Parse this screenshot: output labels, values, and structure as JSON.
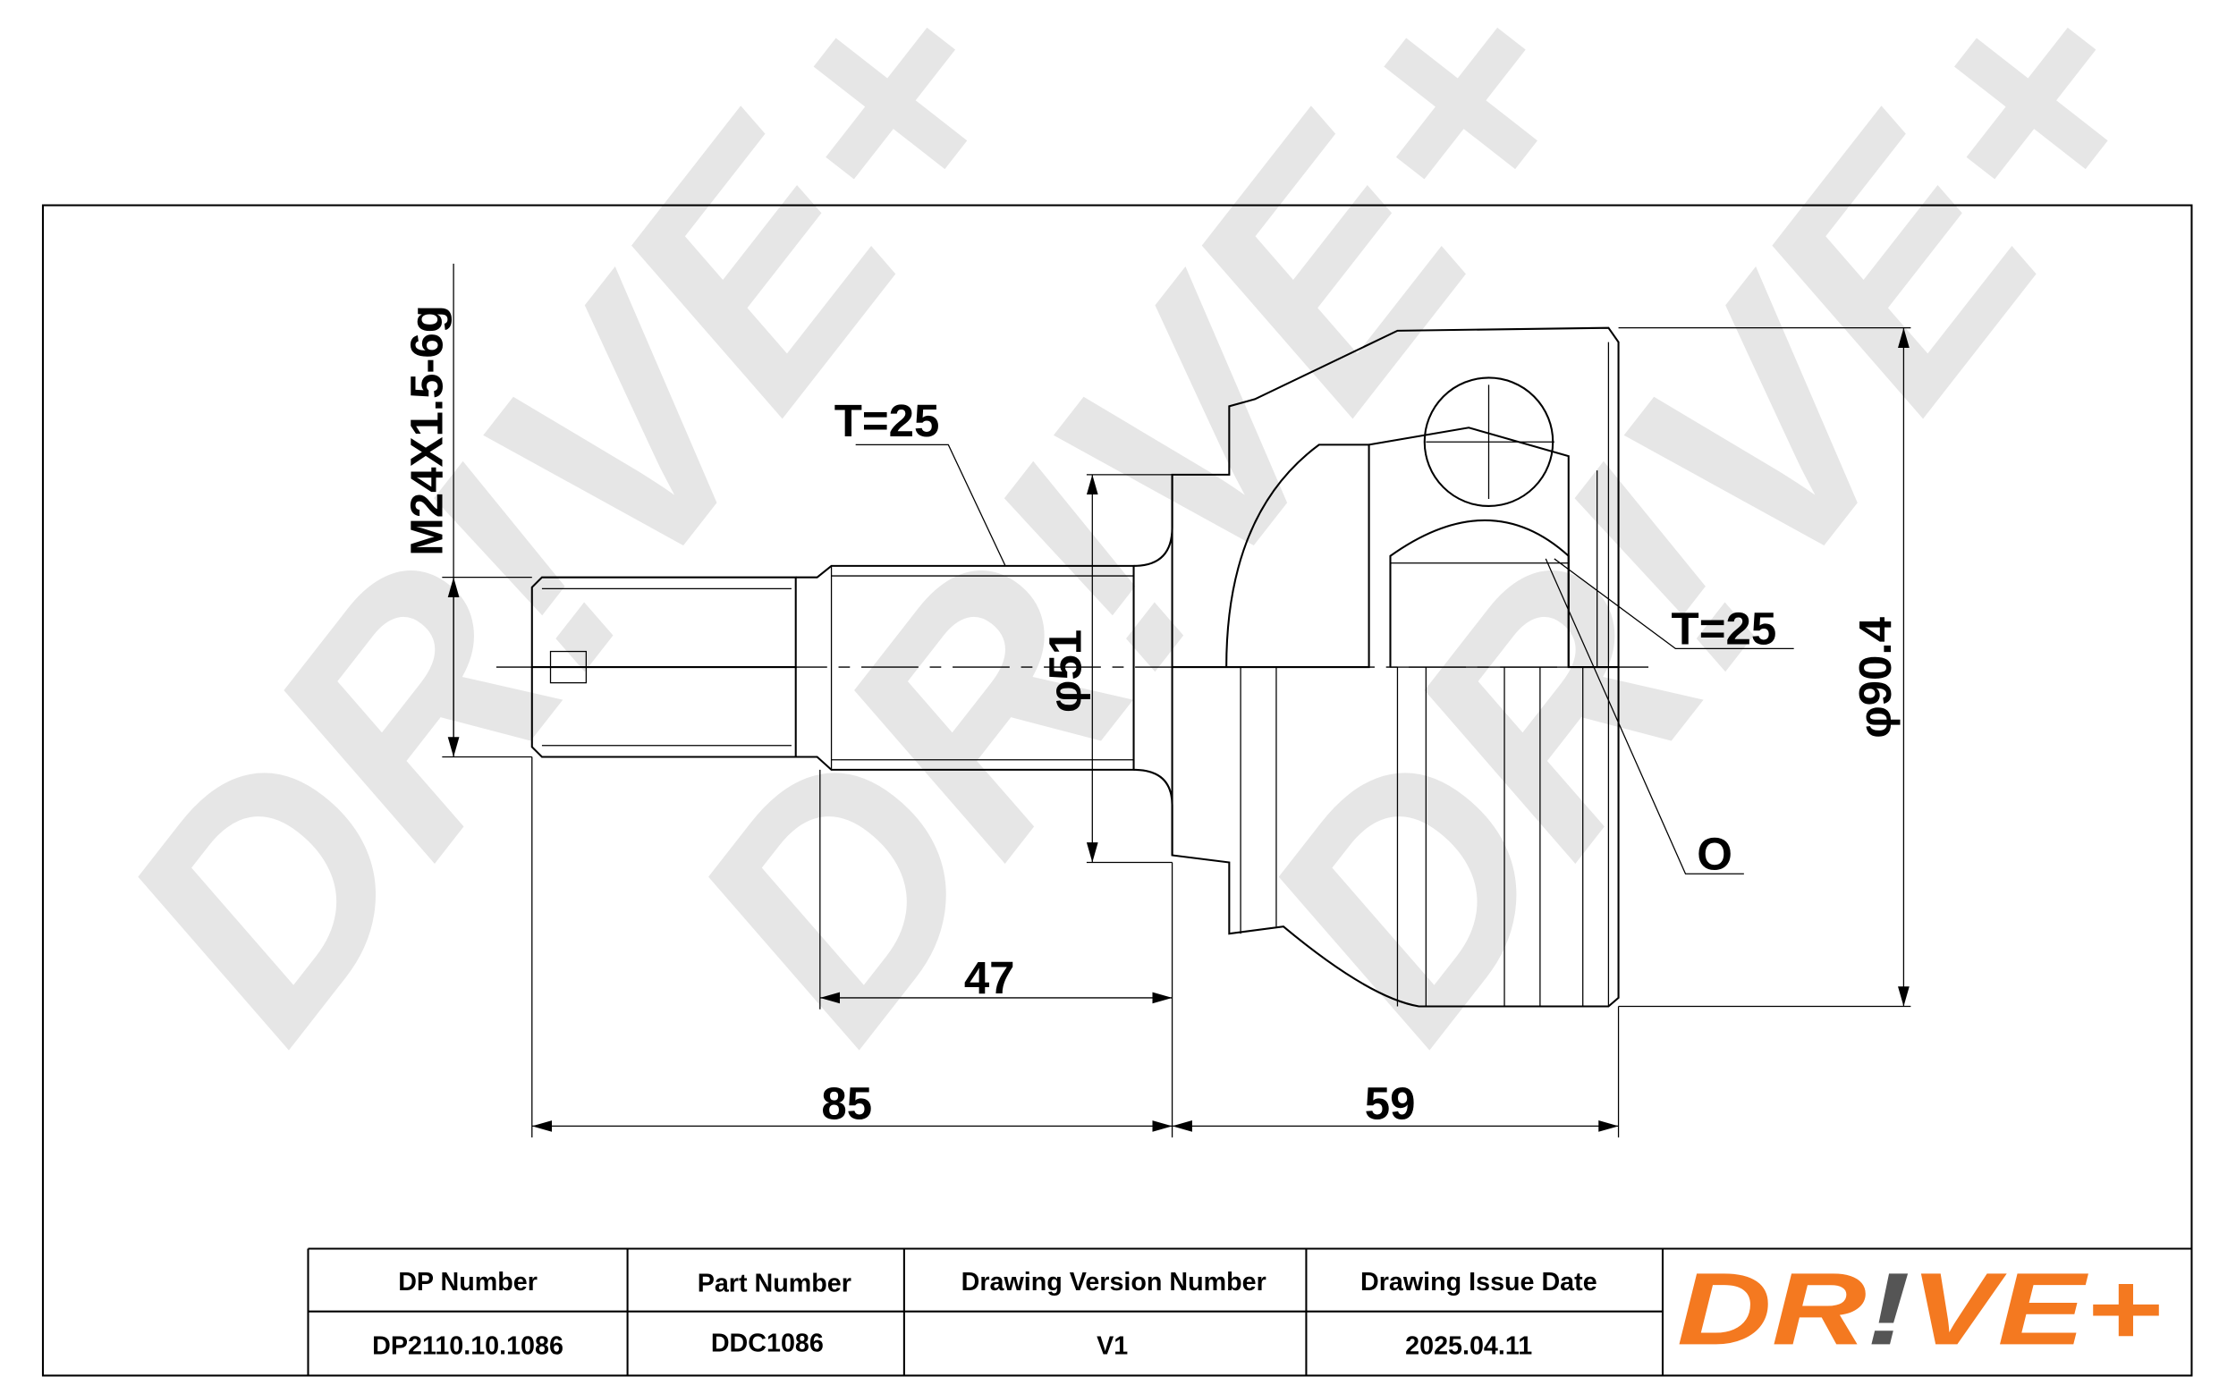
{
  "watermark": {
    "text": "DR!VE+",
    "color": "#e6e6e6"
  },
  "dimensions": {
    "thread": "M24X1.5-6g",
    "spline_outer": "T=25",
    "spline_inner": "T=25",
    "shaft_diameter": "φ51",
    "housing_diameter": "φ90.4",
    "oring": "O",
    "stub_length": "47",
    "total_stub_length": "85",
    "housing_length": "59"
  },
  "title_block": {
    "headers": [
      "DP Number",
      "Part Number",
      "Drawing Version Number",
      "Drawing Issue Date"
    ],
    "values": [
      "DP2110.10.1086",
      "DDC1086",
      "V1",
      "2025.04.11"
    ]
  },
  "logo": {
    "text": "DR!VE+",
    "primary_color": "#f47920",
    "accent_color": "#555555"
  }
}
